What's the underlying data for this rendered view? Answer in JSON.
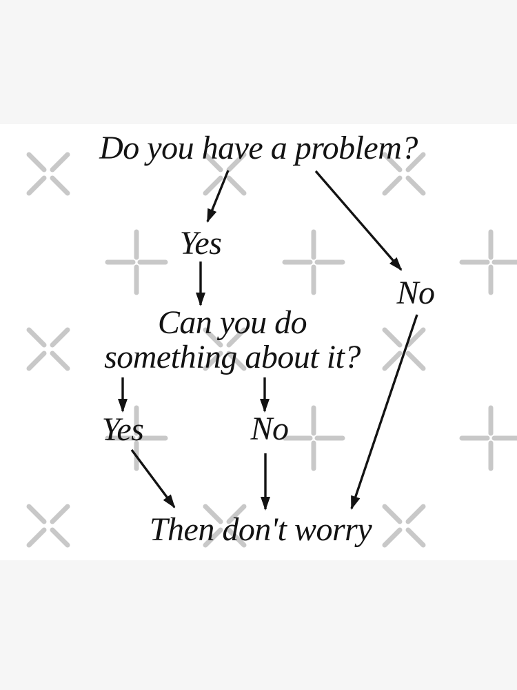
{
  "page": {
    "kind": "flowchart-artwork-preview",
    "artwork_background": "#ffffff",
    "margin_band_color": "#f6f6f6",
    "ink_color": "#131313",
    "watermark_color": "#c8c8c8",
    "watermark_icons": [
      "watermark-x-icon",
      "watermark-plus-icon"
    ]
  },
  "flowchart": {
    "question1": "Do you have a problem?",
    "yes1": "Yes",
    "no1": "No",
    "question2_line1": "Can you do",
    "question2_line2": "something about it?",
    "yes2": "Yes",
    "no2": "No",
    "conclusion": "Then don't worry",
    "edges": [
      {
        "from": "Do you have a problem?",
        "answer": "Yes",
        "to": "Can you do something about it?"
      },
      {
        "from": "Do you have a problem?",
        "answer": "No",
        "to": "Then don't worry"
      },
      {
        "from": "Can you do something about it?",
        "answer": "Yes",
        "to": "Then don't worry"
      },
      {
        "from": "Can you do something about it?",
        "answer": "No",
        "to": "Then don't worry"
      }
    ]
  }
}
